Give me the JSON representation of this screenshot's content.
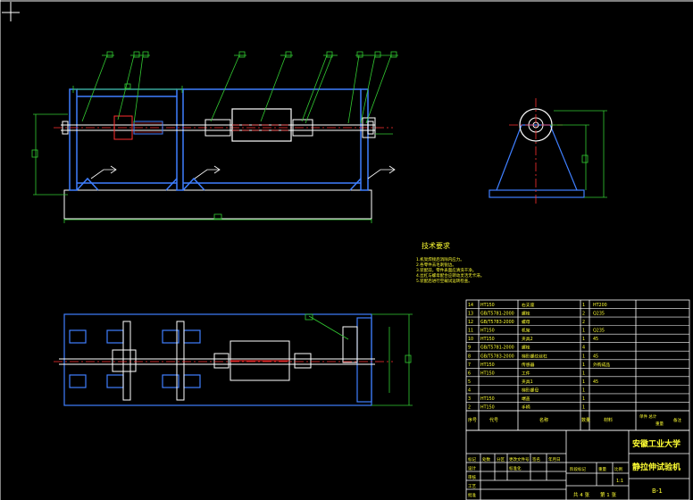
{
  "notes": {
    "title": "技术要求",
    "lines": [
      "1.机架焊接后消除内应力。",
      "2.各零件去毛刺锐边。",
      "3.装配前，零件表面应清洗干净。",
      "4.丝杠与螺母配合应转动灵活无卡滞。",
      "5.装配后进行空载试运转检查。"
    ]
  },
  "bom": {
    "rows": [
      {
        "no": "14",
        "code": "HT150",
        "name": "右支座",
        "qty": "1",
        "material": "HT200"
      },
      {
        "no": "13",
        "code": "GB/T5781-2000",
        "name": "螺栓",
        "qty": "2",
        "material": "Q235"
      },
      {
        "no": "12",
        "code": "GB/T5783-2000",
        "name": "螺母",
        "qty": "2",
        "material": ""
      },
      {
        "no": "11",
        "code": "HT150",
        "name": "机架",
        "qty": "1",
        "material": "Q235"
      },
      {
        "no": "10",
        "code": "HT150",
        "name": "夹具2",
        "qty": "1",
        "material": "45"
      },
      {
        "no": "9",
        "code": "GB/T5781-2000",
        "name": "螺栓",
        "qty": "4",
        "material": ""
      },
      {
        "no": "8",
        "code": "GB/T5783-2000",
        "name": "梯形螺纹丝杠",
        "qty": "1",
        "material": "45"
      },
      {
        "no": "7",
        "code": "HT150",
        "name": "传感器",
        "qty": "1",
        "material": "外购成品"
      },
      {
        "no": "6",
        "code": "HT150",
        "name": "工件",
        "qty": "1",
        "material": ""
      },
      {
        "no": "5",
        "code": "",
        "name": "夹具1",
        "qty": "1",
        "material": "45"
      },
      {
        "no": "4",
        "code": "",
        "name": "梯形螺母",
        "qty": "1",
        "material": ""
      },
      {
        "no": "3",
        "code": "HT150",
        "name": "端盖",
        "qty": "1",
        "material": ""
      },
      {
        "no": "2",
        "code": "HT150",
        "name": "手柄",
        "qty": "1",
        "material": ""
      }
    ],
    "header": {
      "no": "序号",
      "code": "代号",
      "name": "名称",
      "qty": "数量",
      "material": "材料",
      "weight": "单件 总计",
      "mass": "重量",
      "remark": "备注"
    }
  },
  "titleblock": {
    "school": "安徽工业大学",
    "drawing_title": "静拉伸试验机",
    "drawing_no": "B-1",
    "sheets": "共 4 张",
    "sheet_no": "第 1 张",
    "stage_label": "阶段标记",
    "weight_label": "重量",
    "scale_label": "比例",
    "scale": "1:1",
    "mark_label": "标记",
    "count_label": "处数",
    "zone_label": "分区",
    "change_label": "更改文件号",
    "sign_label": "签名",
    "date_label": "年月日",
    "design_label": "设计",
    "standard_label": "标准化",
    "review_label": "审核",
    "process_label": "工艺",
    "approve_label": "批准"
  }
}
